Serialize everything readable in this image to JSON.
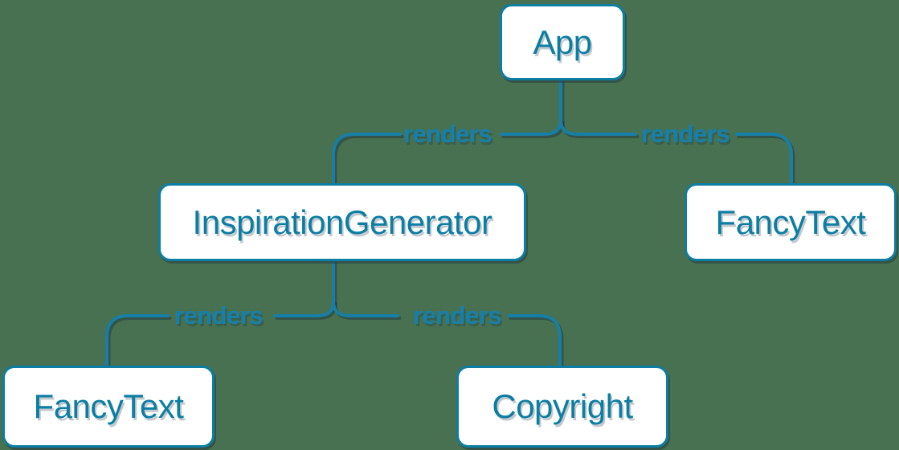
{
  "diagram": {
    "type": "tree",
    "colors": {
      "background": "#477150",
      "node_border": "#0c7da3",
      "node_fill": "#ffffff",
      "node_text": "#0c7da3",
      "edge_line": "#177fa7",
      "edge_label_text": "#1580ad"
    },
    "nodes": [
      {
        "id": "app",
        "label": "App"
      },
      {
        "id": "inspiration-generator",
        "label": "InspirationGenerator"
      },
      {
        "id": "fancy-text-1",
        "label": "FancyText"
      },
      {
        "id": "fancy-text-2",
        "label": "FancyText"
      },
      {
        "id": "copyright",
        "label": "Copyright"
      }
    ],
    "edges": [
      {
        "from": "App",
        "to": "InspirationGenerator",
        "label": "renders"
      },
      {
        "from": "App",
        "to": "FancyText",
        "label": "renders"
      },
      {
        "from": "InspirationGenerator",
        "to": "FancyText",
        "label": "renders"
      },
      {
        "from": "InspirationGenerator",
        "to": "Copyright",
        "label": "renders"
      }
    ]
  }
}
